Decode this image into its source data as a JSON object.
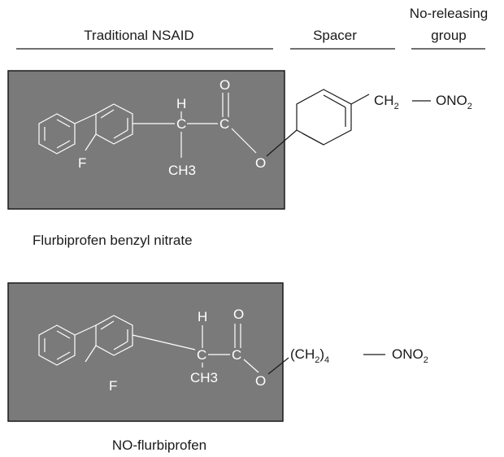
{
  "headers": {
    "nsaid": "Traditional NSAID",
    "spacer": "Spacer",
    "no_releasing_line1": "No-releasing",
    "no_releasing_line2": "group"
  },
  "atoms": {
    "h": "H",
    "o": "O",
    "c": "C",
    "f": "F",
    "ch3": "CH3",
    "ch2": "CH",
    "sub2": "2",
    "sub4": "4",
    "ono": "ONO",
    "paren_open": "(CH",
    "paren_close": ")"
  },
  "structures": [
    {
      "caption": "Flurbiprofen benzyl nitrate"
    },
    {
      "caption": "NO-flurbiprofen"
    }
  ],
  "colors": {
    "box_fill": "#7a7a7a",
    "box_stroke": "#1a1a1a",
    "structure_in_box": "#ffffff",
    "structure_outside": "#1a1a1a"
  }
}
